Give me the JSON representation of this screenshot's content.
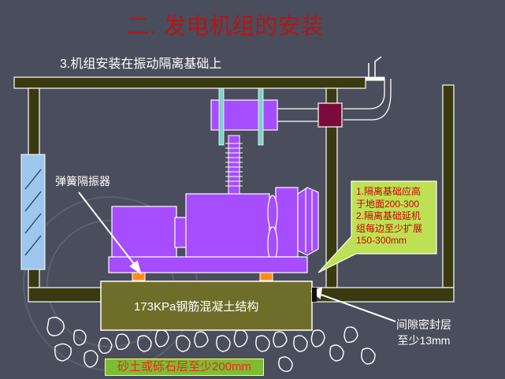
{
  "slide": {
    "title": "二. 发电机组的安装",
    "subtitle": "3.机组安装在振动隔离基础上",
    "spring_isolator_label": "弹簧隔振器",
    "concrete_label": "173KPa钢筋混凝土结构",
    "gap_seal_label_line1": "间隙密封层",
    "gap_seal_label_line2": "至少13mm",
    "sand_layer_label": "砂土或砾石层至少200mm",
    "callout_lines": [
      "1.隔离基础应高",
      "于地面200-300",
      "2.隔离基础延机",
      "组每边至少扩展",
      "150-300mm"
    ]
  },
  "colors": {
    "background": "#4a4d5c",
    "title": "#b01818",
    "frame": "#3a3a10",
    "machine": "#a64dff",
    "concrete": "#6e6e2a",
    "callout_fill": "#bde055",
    "callout_text": "#cc0000",
    "isolator_pad": "#ff8c1a",
    "sand_box": "#7dbd34"
  }
}
